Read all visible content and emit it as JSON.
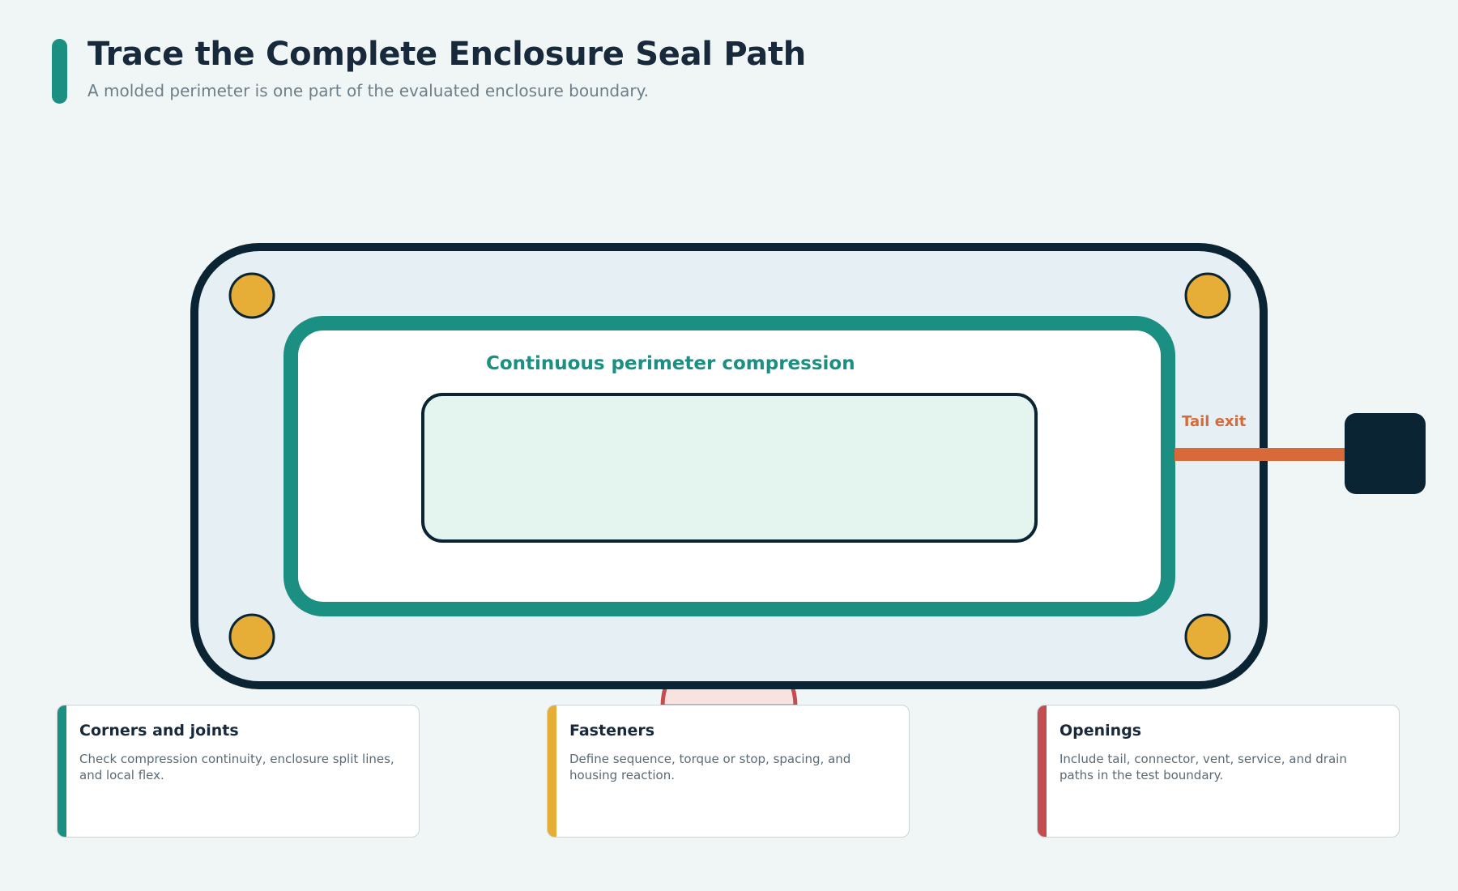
{
  "header": {
    "title": "Trace the Complete Enclosure Seal Path",
    "subtitle": "A molded perimeter is one part of the evaluated enclosure boundary."
  },
  "diagram": {
    "seal_label": "Continuous perimeter compression",
    "tail_label": "Tail exit"
  },
  "cards": [
    {
      "title": "Corners and joints",
      "text": "Check compression continuity, enclosure split lines, and local flex."
    },
    {
      "title": "Fasteners",
      "text": "Define sequence, torque or stop, spacing, and housing reaction."
    },
    {
      "title": "Openings",
      "text": "Include tail, connector, vent, service, and drain paths in the test boundary."
    }
  ],
  "colors": {
    "teal": "#1a8f82",
    "navy": "#0b2433",
    "gold": "#e6ad37",
    "orange": "#d86a3a",
    "red": "#c44d50",
    "pale_red": "#f8e3e1"
  }
}
